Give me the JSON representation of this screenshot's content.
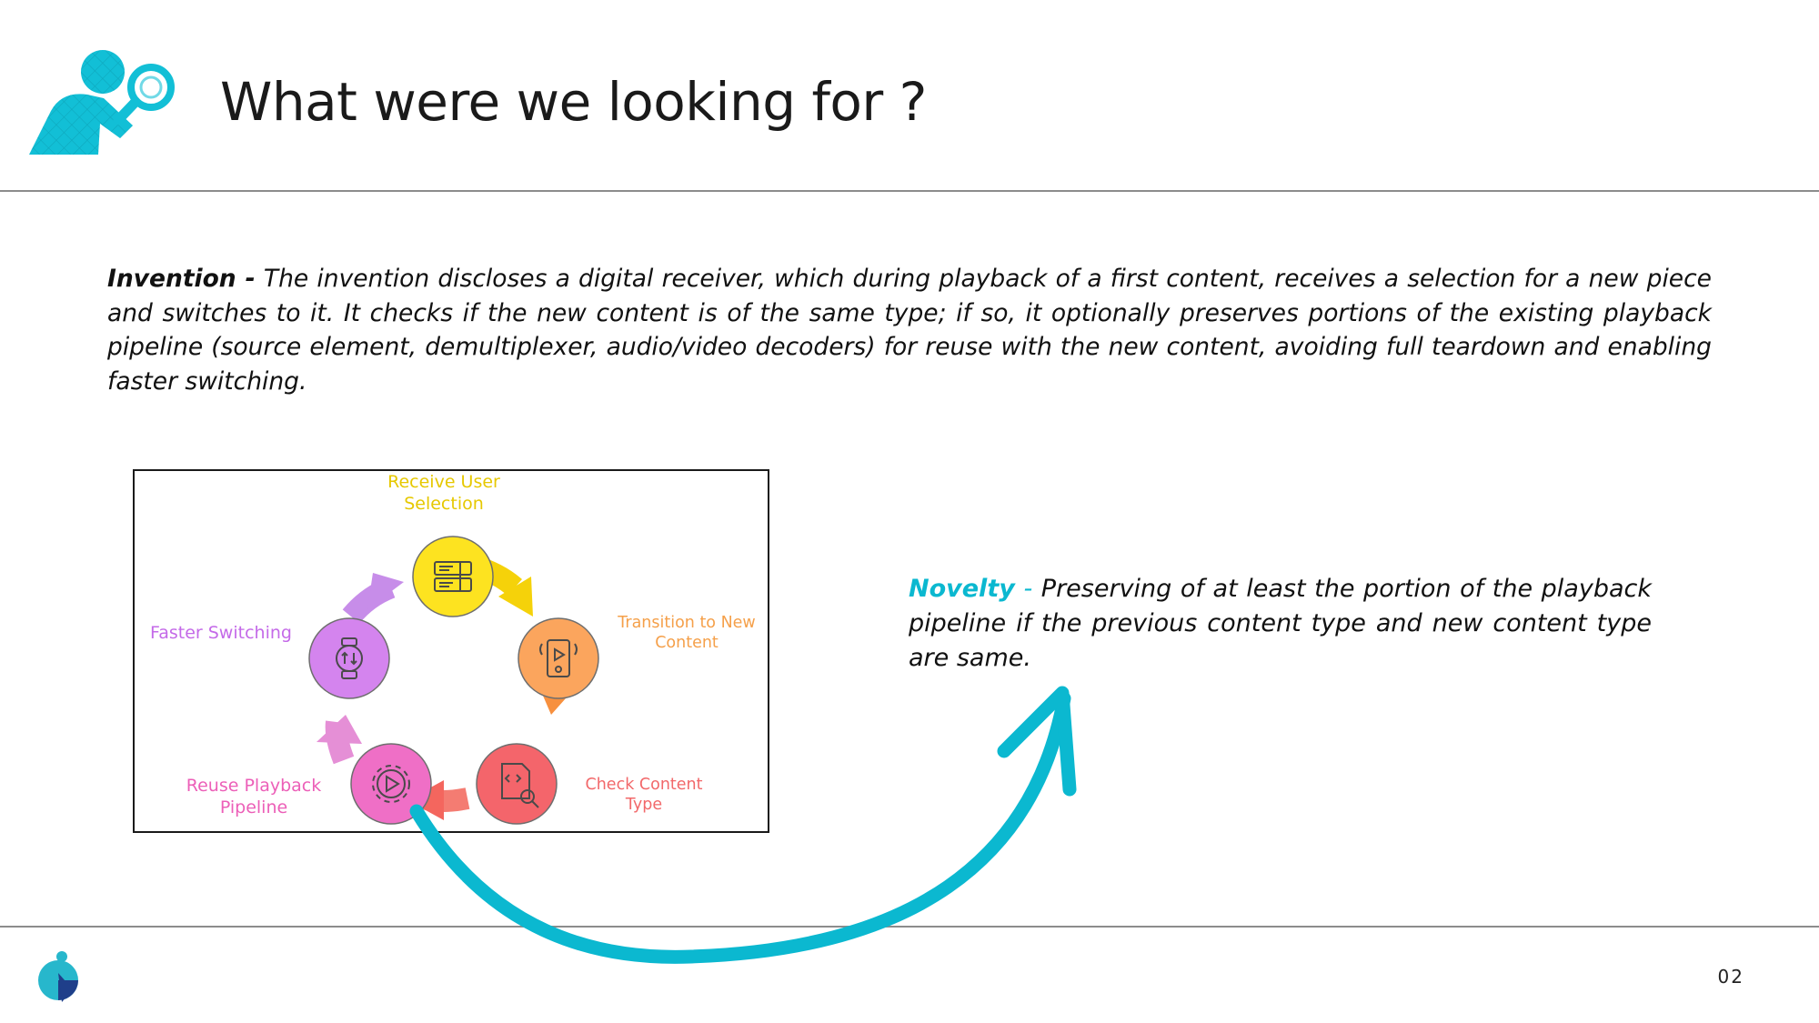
{
  "header": {
    "title": "What were we looking for ?"
  },
  "invention": {
    "lead": "Invention -",
    "text": "The invention discloses a digital receiver, which during playback of a first content, receives a selection for a new piece and switches to it. It checks if the new content is of the same type; if so, it optionally preserves portions of the existing playback pipeline (source element, demultiplexer, audio/video decoders) for reuse with the new content, avoiding full teardown and enabling faster switching."
  },
  "diagram": {
    "steps": [
      {
        "label": "Receive User\nSelection",
        "color": "#e6c800",
        "icon": "server-icon"
      },
      {
        "label": "Transition to New\nContent",
        "color": "#f5a04a",
        "icon": "media-player-icon"
      },
      {
        "label": "Check Content\nType",
        "color": "#f2686a",
        "icon": "code-search-icon"
      },
      {
        "label": "Reuse Playback\nPipeline",
        "color": "#ec5fb8",
        "icon": "gear-play-icon"
      },
      {
        "label": "Faster Switching",
        "color": "#c46ae8",
        "icon": "watch-arrows-icon"
      }
    ]
  },
  "novelty": {
    "lead": "Novelty",
    "dash": "-",
    "text": "Preserving of at least the portion of the playback pipeline if the previous content type and new content type are same."
  },
  "footer": {
    "page_number": "02"
  },
  "colors": {
    "accent": "#0bb8d0",
    "rule": "#8c8c8c"
  }
}
